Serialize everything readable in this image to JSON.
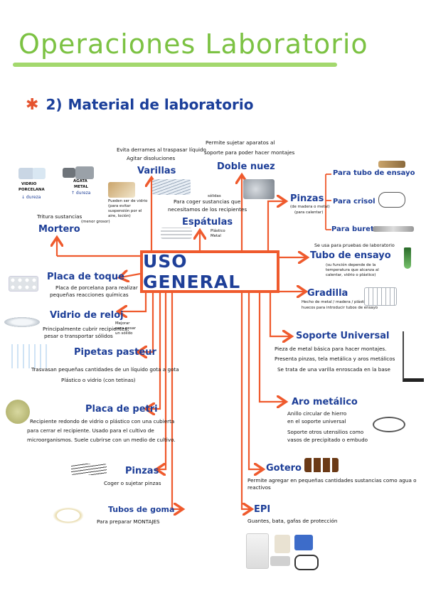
{
  "header": {
    "title": "Operaciones Laboratorio",
    "section_number": "2)",
    "section_title": "Material de laboratorio"
  },
  "central": {
    "label": "USO GENERAL"
  },
  "colors": {
    "title": "#7cc243",
    "accent": "#ef5a2d",
    "heading": "#1e3f98"
  },
  "items": {
    "varillas": {
      "label": "Varillas",
      "desc1": "Evita derrames al traspasar líquido",
      "desc2": "Agitar disoluciones"
    },
    "doble_nuez": {
      "label": "Doble nuez",
      "desc1": "Permite sujetar aparatos al",
      "desc2": "soporte para poder hacer montajes"
    },
    "espatulas": {
      "label": "Espátulas",
      "desc1": "Para coger sustancias que",
      "desc2": "necesitamos de los recipientes",
      "note_top": "sólidas",
      "note_side": "Plástico Metal"
    },
    "mortero": {
      "label": "Mortero",
      "desc": "Tritura sustancias",
      "desc_small": "(menor grosor)",
      "vidrio": "VIDRIO",
      "porcelana": "PORCELANA",
      "agata": "ÁGATA",
      "metal": "METAL",
      "dureza1": "↓ dureza",
      "dureza2": "↑ dureza"
    },
    "varillas_pic_note": "Pueden ser de vidrio (para evitar suspensión por el aire, loción)",
    "pinzas_top": {
      "label": "Pinzas",
      "sub": "(de madera o metal)",
      "sub2": "(para calentar)"
    },
    "pinzas_tubo": {
      "label": "Para tubo de ensayo"
    },
    "pinzas_crisol": {
      "label": "Para crisol"
    },
    "pinzas_bureta": {
      "label": "Para bureta"
    },
    "tubo_ensayo": {
      "label": "Tubo de ensayo",
      "note": "Se usa para pruebas de laboratorio",
      "desc": "(su función depende de la temperatura que alcanza al calentar, vidrio o plástico)"
    },
    "placa_toque": {
      "label": "Placa de toque",
      "desc1": "Placa de porcelana para realizar",
      "desc2": "pequeñas reacciones químicas"
    },
    "gradilla": {
      "label": "Gradilla",
      "desc1": "Hecho de metal / madera / plástico con",
      "desc2": "huecos para introducir tubos de ensayo"
    },
    "vidrio_reloj": {
      "label": "Vidrio de reloj",
      "desc1": "Principalmente cubrir recipientes,",
      "desc2": "pesar o transportar sólidos",
      "note": "Mejorar para pesar un sólido"
    },
    "soporte": {
      "label": "Soporte Universal",
      "desc1": "Pieza de metal básica para hacer montajes.",
      "desc2": "Presenta pinzas, tela metálica y aros metálicos",
      "desc3": "Se trata de una varilla enroscada en la base"
    },
    "pipetas": {
      "label": "Pipetas pasteur",
      "desc1": "Trasvasan pequeñas cantidades de un líquido gota a gota",
      "desc2": "Plástico o vidrio (con tetinas)"
    },
    "placa_petri": {
      "label": "Placa de petri",
      "desc1": "Recipiente redondo de vidrio o plástico con una cubierta",
      "desc2": "para cerrar el recipiente. Usado para el cultivo de",
      "desc3": "microorganismos. Suele cubrirse con un medio de cultivo."
    },
    "aro": {
      "label": "Aro metálico",
      "desc1": "Anillo circular de hierro",
      "desc2": "en el soporte universal",
      "desc3": "Soporte otros utensilios como",
      "desc4": "vasos de precipitado o embudo"
    },
    "pinzas_bottom": {
      "label": "Pinzas",
      "desc": "Coger o sujetar pinzas"
    },
    "gotero": {
      "label": "Gotero",
      "desc": "Permite agregar en pequeñas cantidades sustancias como agua o reactivos"
    },
    "tubos_goma": {
      "label": "Tubos de goma",
      "desc": "Para preparar MONTAJES"
    },
    "epi": {
      "label": "EPI",
      "desc": "Guantes, bata, gafas de protección"
    }
  }
}
